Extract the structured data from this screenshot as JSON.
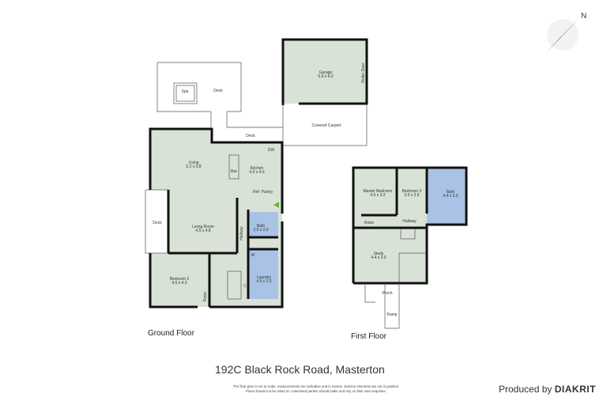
{
  "compass": {
    "label": "N",
    "icon": "compass-north-icon",
    "colors": [
      "#1f3a7a",
      "#5aa02c"
    ]
  },
  "ground_floor": {
    "title": "Ground Floor",
    "rooms": [
      {
        "name": "Spa",
        "dims": ""
      },
      {
        "name": "Deck",
        "dims": ""
      },
      {
        "name": "Garage",
        "dims": "5.0 x 6.0"
      },
      {
        "name": "Roller Door",
        "dims": ""
      },
      {
        "name": "Covered Carport",
        "dims": ""
      },
      {
        "name": "Deck",
        "dims": ""
      },
      {
        "name": "Living",
        "dims": "5.2 x 9.8"
      },
      {
        "name": "Kitchen",
        "dims": "4.0 x 4.0"
      },
      {
        "name": "Bar",
        "dims": ""
      },
      {
        "name": "DW",
        "dims": ""
      },
      {
        "name": "Ref",
        "dims": ""
      },
      {
        "name": "Pantry",
        "dims": ""
      },
      {
        "name": "Living Room",
        "dims": "4.5 x 4.8"
      },
      {
        "name": "Deck",
        "dims": ""
      },
      {
        "name": "Hallway",
        "dims": ""
      },
      {
        "name": "Bath",
        "dims": "2.0 x 2.0"
      },
      {
        "name": "W",
        "dims": ""
      },
      {
        "name": "Laundry",
        "dims": "4.0 x 2.0"
      },
      {
        "name": "C",
        "dims": ""
      },
      {
        "name": "Bedroom 2",
        "dims": "4.0 x 4.3"
      },
      {
        "name": "Robe",
        "dims": ""
      }
    ]
  },
  "first_floor": {
    "title": "First Floor",
    "rooms": [
      {
        "name": "Master Bedroom",
        "dims": "4.5 x 3.2"
      },
      {
        "name": "Bedroom 3",
        "dims": "3.5 x 2.8"
      },
      {
        "name": "Bath",
        "dims": "4.4 x 2.0"
      },
      {
        "name": "Robe",
        "dims": ""
      },
      {
        "name": "Hallway",
        "dims": ""
      },
      {
        "name": "Study",
        "dims": "4.4 x 3.0"
      },
      {
        "name": "Porch",
        "dims": ""
      },
      {
        "name": "Ramp",
        "dims": ""
      }
    ]
  },
  "footer": {
    "address": "192C Black Rock Road, Masterton",
    "disclaimer_1": "The floor plan is not to scale; measurements are indicative and in metres. Exterior elements are not in position.",
    "disclaimer_2": "Plans should not be relied on. Interested parties should make and rely on their own enquiries.",
    "produced_by": "Produced by",
    "brand": "DIAKRIT"
  },
  "colors": {
    "room": "#d9e2d6",
    "wet_area": "#a9c2e6",
    "entry_arrow": "#6ab43a"
  }
}
